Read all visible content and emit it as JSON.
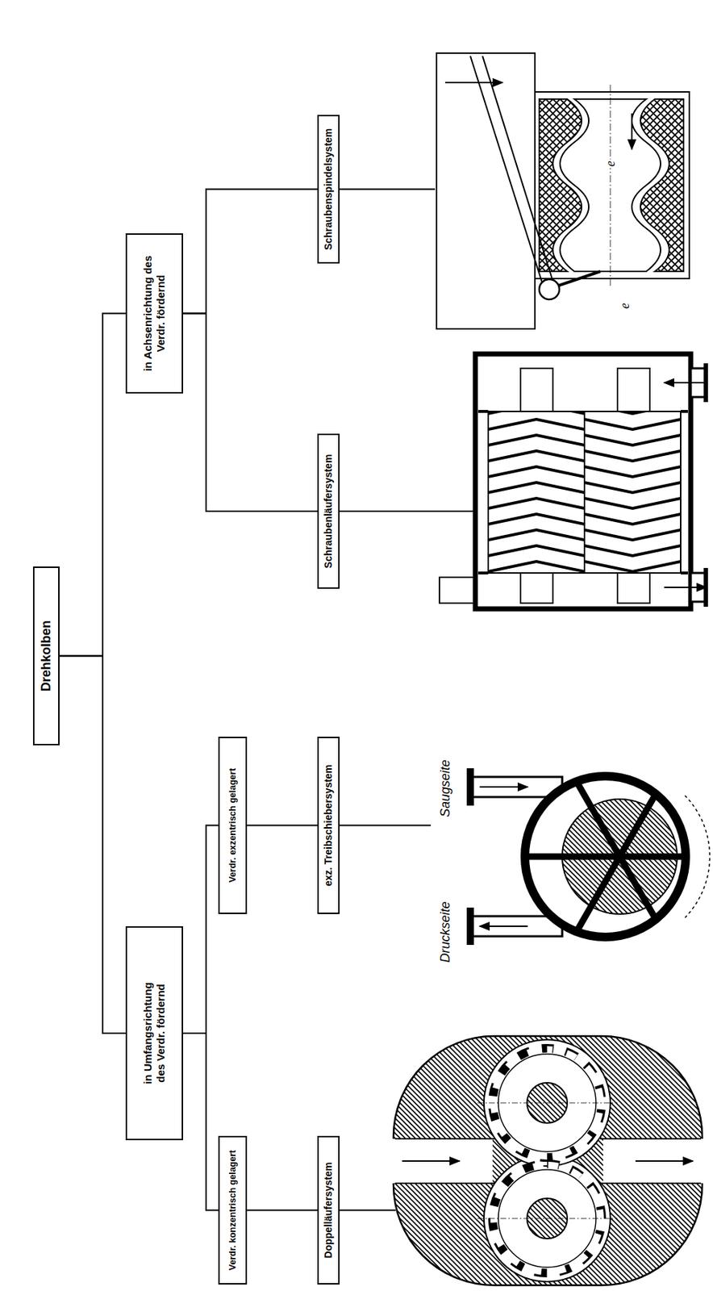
{
  "diagram": {
    "nodes": [
      {
        "text": [
          "Drehkolben"
        ]
      },
      {
        "text": [
          "in Umfangsrichtung des Verdr. fördernd"
        ]
      },
      {
        "text": [
          "in Achsenrichtung des Verdr. fördernd"
        ]
      },
      {
        "text": [
          "Verdr. konzentrisch gelagert"
        ]
      },
      {
        "text": [
          "Verdr. exzentrisch gelagert"
        ]
      },
      {
        "text": [
          "Doppelläufersystem"
        ]
      },
      {
        "text": [
          "exz. Treibschiebersystem"
        ]
      },
      {
        "text": [
          "Schraubenläufersystem"
        ]
      },
      {
        "text": [
          "Schraubenspindelsystem"
        ]
      }
    ],
    "edges": [
      {
        "from": 0,
        "to": 1,
        "arrow": "none"
      },
      {
        "from": 0,
        "to": 2,
        "arrow": "none"
      },
      {
        "from": 1,
        "to": 3,
        "arrow": "none"
      },
      {
        "from": 1,
        "to": 4,
        "arrow": "none"
      },
      {
        "from": 3,
        "to": 5,
        "arrow": "none"
      },
      {
        "from": 4,
        "to": 6,
        "arrow": "none"
      },
      {
        "from": 2,
        "to": 7,
        "arrow": "none"
      },
      {
        "from": 2,
        "to": 8,
        "arrow": "none"
      }
    ],
    "labels": [
      "Druckseite",
      "Saugseite",
      "e",
      "e"
    ]
  }
}
